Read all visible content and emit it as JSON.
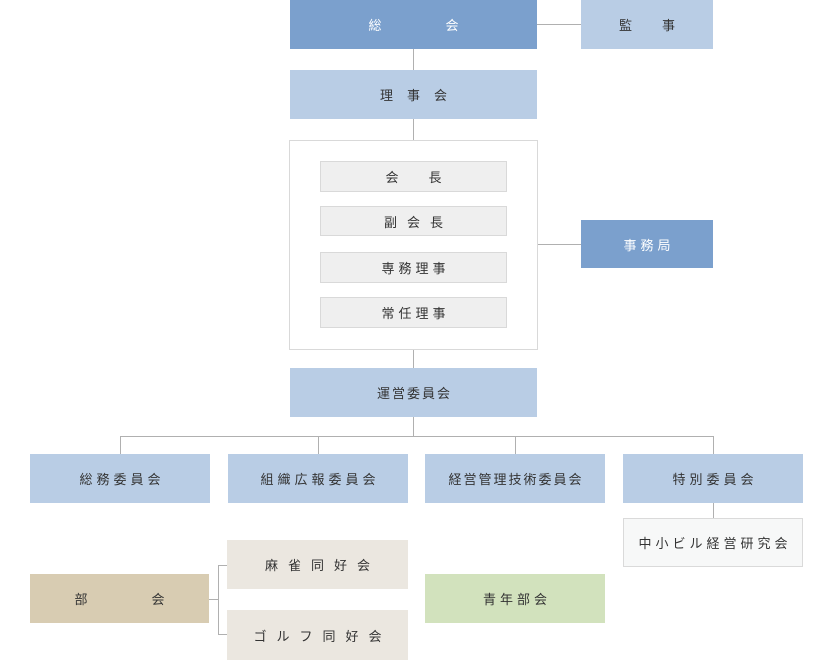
{
  "chart": {
    "soukai": "総会",
    "kanji": "監事",
    "rijikai": "理事会",
    "officers": [
      "会長",
      "副会長",
      "専務理事",
      "常任理事"
    ],
    "jimukyoku": "事務局",
    "uneiiinkai": "運営委員会",
    "committees": [
      "総務委員会",
      "組織広報委員会",
      "経営管理技術委員会",
      "特別委員会"
    ],
    "research": "中小ビル経営研究会",
    "bukai": "部会",
    "clubs": [
      "麻雀同好会",
      "ゴルフ同好会"
    ],
    "youth": "青年部会"
  },
  "colors": {
    "dark_blue": "#7ba0cd",
    "light_blue": "#b9cde5",
    "tan": "#d8ccb2",
    "beige": "#ebe7e0",
    "green": "#d2e2bd"
  }
}
